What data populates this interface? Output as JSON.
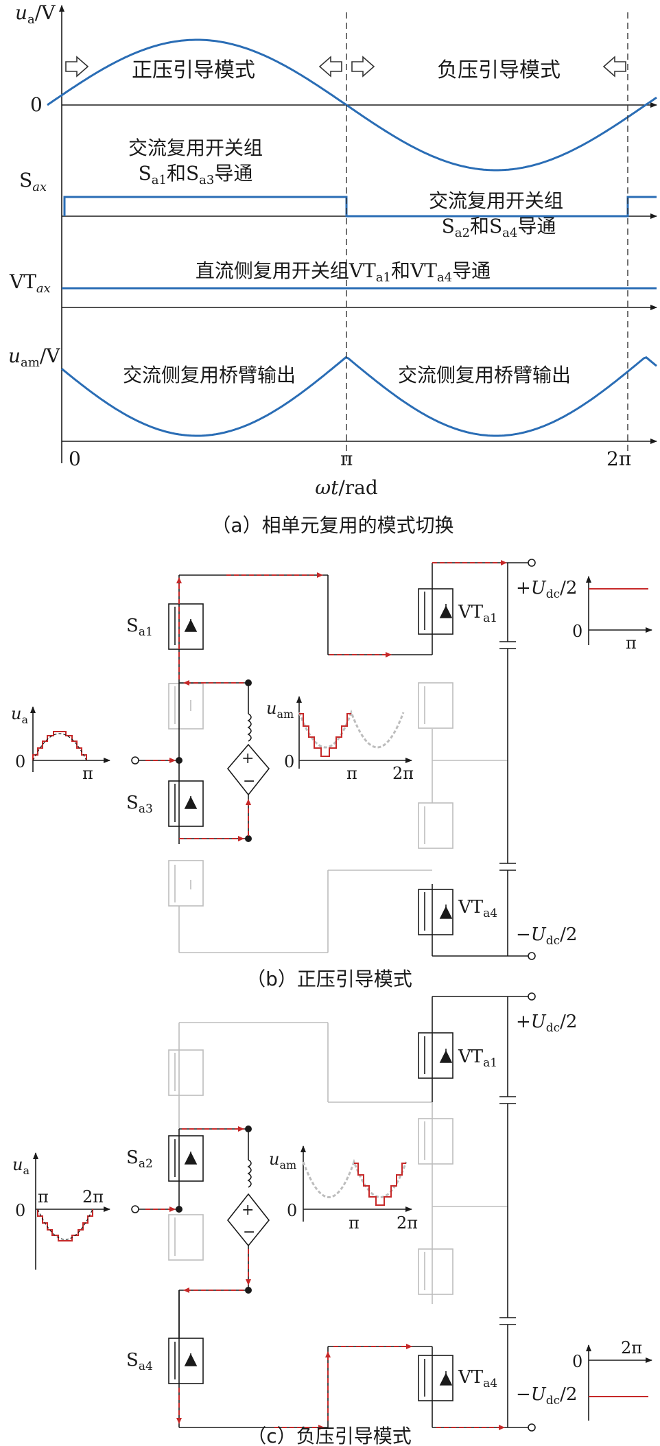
{
  "colors": {
    "waveform": "#2a6db5",
    "current_path": "#c62828",
    "active": "#1a1a1a",
    "inactive": "#bdbdbd"
  },
  "part_a": {
    "ua_label": "u",
    "ua_sub": "a",
    "ua_unit": "/V",
    "sax_label": "S",
    "sax_sub": "ax",
    "vtax_label": "VT",
    "vtax_sub": "ax",
    "uam_label": "u",
    "uam_sub": "am",
    "uam_unit": "/V",
    "zero": "0",
    "mode_positive": "正压引导模式",
    "mode_negative": "负压引导模式",
    "ac_switch_title": "交流复用开关组",
    "s13_line": [
      {
        "t": "S",
        "s": false
      },
      {
        "t": "a1",
        "s": true
      },
      {
        "t": "和S",
        "s": false
      },
      {
        "t": "a3",
        "s": true
      },
      {
        "t": "导通",
        "s": false
      }
    ],
    "s24_line": [
      {
        "t": "S",
        "s": false
      },
      {
        "t": "a2",
        "s": true
      },
      {
        "t": "和S",
        "s": false
      },
      {
        "t": "a4",
        "s": true
      },
      {
        "t": "导通",
        "s": false
      }
    ],
    "dc_line": [
      {
        "t": "直流侧复用开关组VT",
        "s": false
      },
      {
        "t": "a1",
        "s": true
      },
      {
        "t": "和VT",
        "s": false
      },
      {
        "t": "a4",
        "s": true
      },
      {
        "t": "导通",
        "s": false
      }
    ],
    "bridge_output": "交流侧复用桥臂输出",
    "tick_0": "0",
    "tick_pi": "π",
    "tick_2pi": "2π",
    "xaxis_label_a": "ωt",
    "xaxis_label_b": "/rad",
    "caption": "（a）相单元复用的模式切换"
  },
  "part_b": {
    "s_top": "S",
    "s_top_sub": "a1",
    "s_bot": "S",
    "s_bot_sub": "a3",
    "vt_top": "VT",
    "vt_top_sub": "a1",
    "vt_bot": "VT",
    "vt_bot_sub": "a4",
    "udc_pos_a": "+",
    "udc_pos_b": "U",
    "udc_pos_sub": "dc",
    "udc_pos_c": "/2",
    "udc_neg_a": "−",
    "udc_neg_b": "U",
    "udc_neg_sub": "dc",
    "udc_neg_c": "/2",
    "ua": "u",
    "ua_sub": "a",
    "uam": "u",
    "uam_sub": "am",
    "zero": "0",
    "pi": "π",
    "two_pi": "2π",
    "caption": "（b）正压引导模式"
  },
  "part_c": {
    "s_top": "S",
    "s_top_sub": "a2",
    "s_bot": "S",
    "s_bot_sub": "a4",
    "vt_top": "VT",
    "vt_top_sub": "a1",
    "vt_bot": "VT",
    "vt_bot_sub": "a4",
    "udc_pos_a": "+",
    "udc_pos_b": "U",
    "udc_pos_sub": "dc",
    "udc_pos_c": "/2",
    "udc_neg_a": "−",
    "udc_neg_b": "U",
    "udc_neg_sub": "dc",
    "udc_neg_c": "/2",
    "ua": "u",
    "ua_sub": "a",
    "uam": "u",
    "uam_sub": "am",
    "zero": "0",
    "pi": "π",
    "two_pi": "2π",
    "caption": "（c）负压引导模式"
  }
}
